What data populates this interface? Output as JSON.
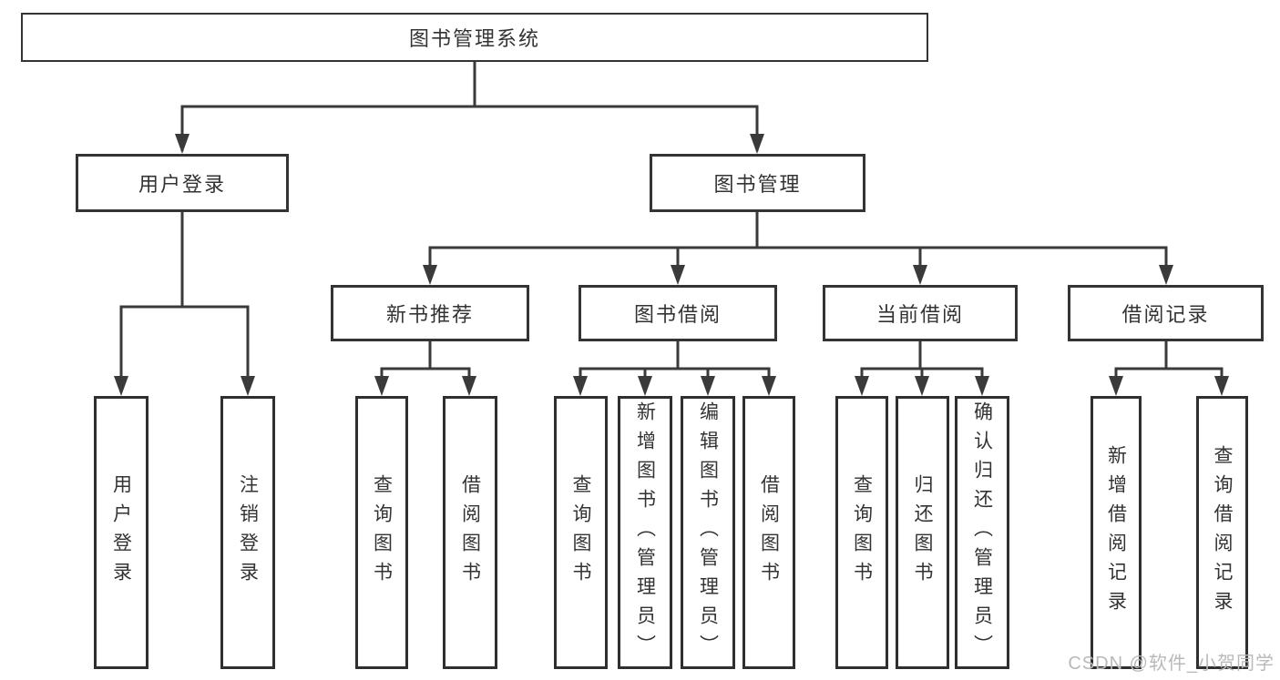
{
  "diagram": {
    "root": {
      "label": "图书管理系统"
    },
    "level2": [
      {
        "label": "用户登录"
      },
      {
        "label": "图书管理"
      }
    ],
    "level3": [
      {
        "label": "新书推荐"
      },
      {
        "label": "图书借阅"
      },
      {
        "label": "当前借阅"
      },
      {
        "label": "借阅记录"
      }
    ],
    "leaves": [
      {
        "label": "用户登录"
      },
      {
        "label": "注销登录"
      },
      {
        "label": "查询图书"
      },
      {
        "label": "借阅图书"
      },
      {
        "label": "查询图书"
      },
      {
        "label": "新增图书（管理员）"
      },
      {
        "label": "编辑图书（管理员）"
      },
      {
        "label": "借阅图书"
      },
      {
        "label": "查询图书"
      },
      {
        "label": "归还图书"
      },
      {
        "label": "确认归还（管理员）"
      },
      {
        "label": "新增借阅记录"
      },
      {
        "label": "查询借阅记录"
      }
    ],
    "watermark": "CSDN @软件_小贺同学",
    "colors": {
      "line": "#3a3a3a",
      "border": "#343434",
      "text": "#333333",
      "watermark": "#b9b9b9",
      "background": "#ffffff"
    }
  }
}
